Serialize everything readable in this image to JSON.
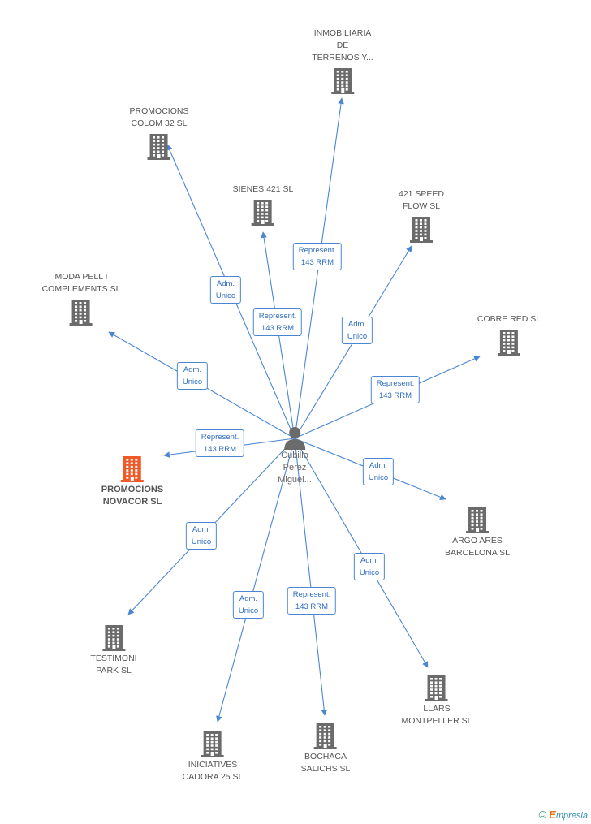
{
  "center": {
    "label": "Cubillo\nPerez\nMiguel..."
  },
  "companies": [
    {
      "id": "inmobiliaria",
      "label": "INMOBILIARIA\nDE\nTERRENOS Y...",
      "primary": false
    },
    {
      "id": "promocions-colom",
      "label": "PROMOCIONS\nCOLOM 32 SL",
      "primary": false
    },
    {
      "id": "sienes",
      "label": "SIENES 421 SL",
      "primary": false
    },
    {
      "id": "speed-flow",
      "label": "421 SPEED\nFLOW SL",
      "primary": false
    },
    {
      "id": "moda-pell",
      "label": "MODA PELL I\nCOMPLEMENTS SL",
      "primary": false
    },
    {
      "id": "cobre-red",
      "label": "COBRE RED SL",
      "primary": false
    },
    {
      "id": "promocions-novacor",
      "label": "PROMOCIONS\nNOVACOR SL",
      "primary": true
    },
    {
      "id": "argo-ares",
      "label": "ARGO ARES\nBARCELONA SL",
      "primary": false
    },
    {
      "id": "testimoni",
      "label": "TESTIMONI\nPARK SL",
      "primary": false
    },
    {
      "id": "llars",
      "label": "LLARS\nMONTPELLER SL",
      "primary": false
    },
    {
      "id": "iniciatives",
      "label": "INICIATIVES\nCADORA 25 SL",
      "primary": false
    },
    {
      "id": "bochaca",
      "label": "BOCHACA\nSALICHS SL",
      "primary": false
    }
  ],
  "relations": [
    {
      "to": "inmobiliaria",
      "label": "Represent.\n143 RRM"
    },
    {
      "to": "promocions-colom",
      "label": "Adm.\nUnico"
    },
    {
      "to": "sienes",
      "label": "Represent.\n143 RRM"
    },
    {
      "to": "speed-flow",
      "label": "Adm.\nUnico"
    },
    {
      "to": "moda-pell",
      "label": "Adm.\nUnico"
    },
    {
      "to": "cobre-red",
      "label": "Represent.\n143 RRM"
    },
    {
      "to": "promocions-novacor",
      "label": "Represent.\n143 RRM"
    },
    {
      "to": "argo-ares",
      "label": "Adm.\nUnico"
    },
    {
      "to": "testimoni",
      "label": "Adm.\nUnico"
    },
    {
      "to": "llars",
      "label": "Adm.\nUnico"
    },
    {
      "to": "iniciatives",
      "label": "Adm.\nUnico"
    },
    {
      "to": "bochaca",
      "label": "Represent.\n143 RRM"
    }
  ],
  "colors": {
    "edge": "#4a86d4",
    "building": "#6b6b6b",
    "building_primary": "#f05a28",
    "person": "#6b6b6b"
  },
  "footer": {
    "copyright": "©",
    "brand_first": "E",
    "brand_rest": "mpresia"
  }
}
